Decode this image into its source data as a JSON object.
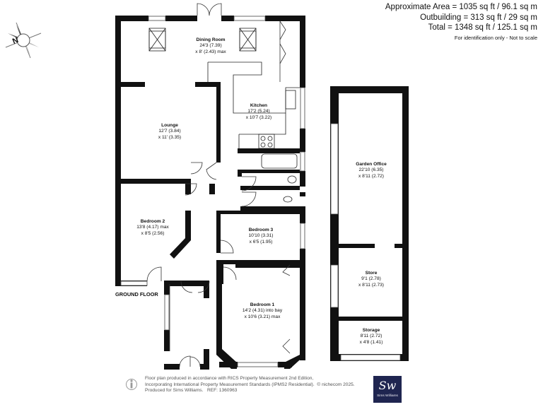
{
  "areas": {
    "approx": "Approximate Area = 1035 sq ft / 96.1 sq m",
    "outbuilding": "Outbuilding = 313 sq ft / 29 sq m",
    "total": "Total = 1348 sq ft / 125.1 sq m",
    "note": "For identification only - Not to scale"
  },
  "compass": {
    "letter": "N",
    "icon": "compass-rose-icon"
  },
  "floor_label": "GROUND FLOOR",
  "rooms": {
    "dining": {
      "name": "Dining Room",
      "dim1": "24'3 (7.39)",
      "dim2": "x 8' (2.43) max"
    },
    "kitchen": {
      "name": "Kitchen",
      "dim1": "17'2 (5.24)",
      "dim2": "x 10'7 (3.22)"
    },
    "lounge": {
      "name": "Lounge",
      "dim1": "12'7 (3.84)",
      "dim2": "x 11' (3.35)"
    },
    "bedroom2": {
      "name": "Bedroom 2",
      "dim1": "13'8 (4.17) max",
      "dim2": "x 8'5 (2.56)"
    },
    "bedroom3": {
      "name": "Bedroom 3",
      "dim1": "10'10 (3.31)",
      "dim2": "x 6'5 (1.95)"
    },
    "bedroom1": {
      "name": "Bedroom 1",
      "dim1": "14'2 (4.31) into bay",
      "dim2": "x 10'6 (3.21) max"
    },
    "garden_office": {
      "name": "Garden Office",
      "dim1": "22'10 (6.35)",
      "dim2": "x 8'11 (2.72)"
    },
    "store": {
      "name": "Store",
      "dim1": "9'1 (2.78)",
      "dim2": "x 8'11 (2.73)"
    },
    "storage": {
      "name": "Storage",
      "dim1": "8'11 (2.72)",
      "dim2": "x 4'8 (1.41)"
    }
  },
  "footer": {
    "line1": "Floor plan produced in accordance with RICS Property Measurement 2nd Edition,",
    "line2": "Incorporating International Property Measurement Standards (IPMS2 Residential).",
    "line2b": "© nichecom 2025.",
    "line3": "Produced for Sims Williams.",
    "ref": "REF: 1360963"
  },
  "logo": {
    "mono": "Sw",
    "caption": "Sims Williams"
  },
  "colors": {
    "wall": "#111111",
    "logo_bg": "#1f2550"
  }
}
